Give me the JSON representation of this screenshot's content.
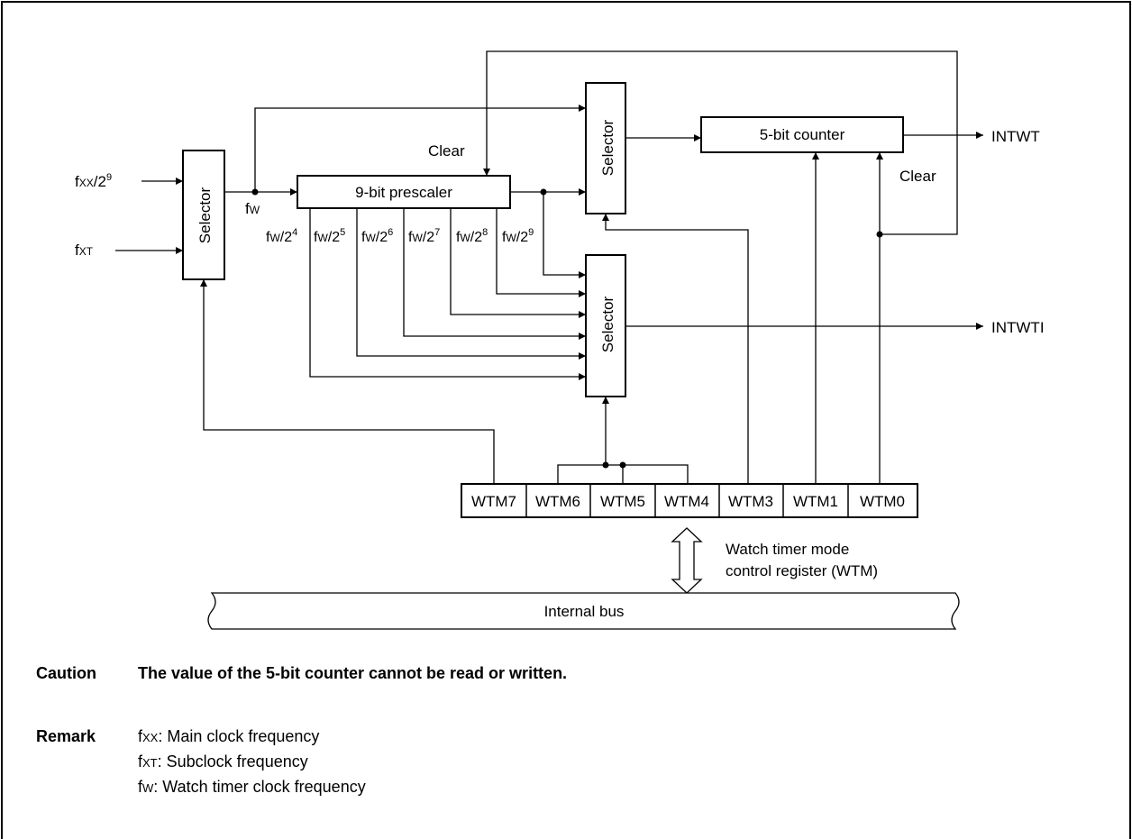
{
  "inputs": {
    "fxx": {
      "base": "f",
      "sub": "XX",
      "div": "/2",
      "exp": "9"
    },
    "fxt": {
      "base": "f",
      "sub": "XT"
    }
  },
  "fw_label": {
    "base": "f",
    "sub": "W"
  },
  "taps": [
    {
      "base": "f",
      "sub": "W",
      "div": "/2",
      "exp": "4"
    },
    {
      "base": "f",
      "sub": "W",
      "div": "/2",
      "exp": "5"
    },
    {
      "base": "f",
      "sub": "W",
      "div": "/2",
      "exp": "6"
    },
    {
      "base": "f",
      "sub": "W",
      "div": "/2",
      "exp": "7"
    },
    {
      "base": "f",
      "sub": "W",
      "div": "/2",
      "exp": "8"
    },
    {
      "base": "f",
      "sub": "W",
      "div": "/2",
      "exp": "9"
    }
  ],
  "blocks": {
    "selector_label": "Selector",
    "prescaler": "9-bit prescaler",
    "counter": "5-bit counter",
    "clear_label": "Clear"
  },
  "outputs": {
    "intwt": "INTWT",
    "intwti": "INTWTI"
  },
  "register": {
    "bits": [
      "WTM7",
      "WTM6",
      "WTM5",
      "WTM4",
      "WTM3",
      "WTM1",
      "WTM0"
    ],
    "caption_line1": "Watch timer mode",
    "caption_line2": "control register (WTM)"
  },
  "bus_label": "Internal bus",
  "caution": {
    "label": "Caution",
    "text": "The value of the 5-bit counter cannot be read or written."
  },
  "remark": {
    "label": "Remark",
    "items": [
      {
        "base": "f",
        "sub": "XX",
        "text": ": Main clock frequency"
      },
      {
        "base": "f",
        "sub": "XT",
        "text": ": Subclock frequency"
      },
      {
        "base": "f",
        "sub": "W",
        "text": ": Watch timer clock frequency"
      }
    ]
  }
}
